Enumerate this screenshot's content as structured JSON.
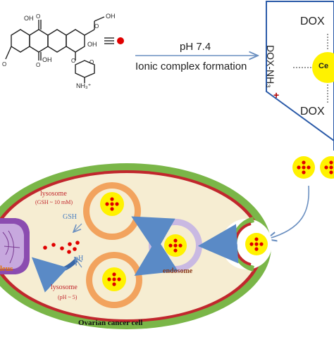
{
  "reaction": {
    "condition": "pH 7.4",
    "process": "Ionic complex formation"
  },
  "molecule": {
    "oh_labels": [
      "OH",
      "OH",
      "OH",
      "OH"
    ],
    "amine_label": "NH₃⁺"
  },
  "complex": {
    "top_label": "DOX",
    "bottom_label": "DOX",
    "left_label": "DOX-NH₃",
    "left_charge": "+",
    "center_label": "Ce"
  },
  "cell": {
    "lysosome_top_label": "lysosome",
    "lysosome_top_condition": "(GSH ~ 10 mM)",
    "lysosome_bottom_label": "lysosome",
    "lysosome_bottom_condition": "(pH ~ 5)",
    "gsh_label": "GSH",
    "ph_label": "pH",
    "endosome_label": "endosome",
    "nucleus_label": "leus",
    "cell_label": "Ovarian cancer cell"
  },
  "colors": {
    "cell_outer": "#7ab648",
    "cell_inner": "#c1272d",
    "cytoplasm": "#f6edd2",
    "lysosome": "#f4a460",
    "endosome": "#c8b8e0",
    "nanoparticle": "#fff200",
    "dot": "#e00000",
    "arrow_blue": "#4a7fc1",
    "nucleus": "#7b2fa0"
  }
}
